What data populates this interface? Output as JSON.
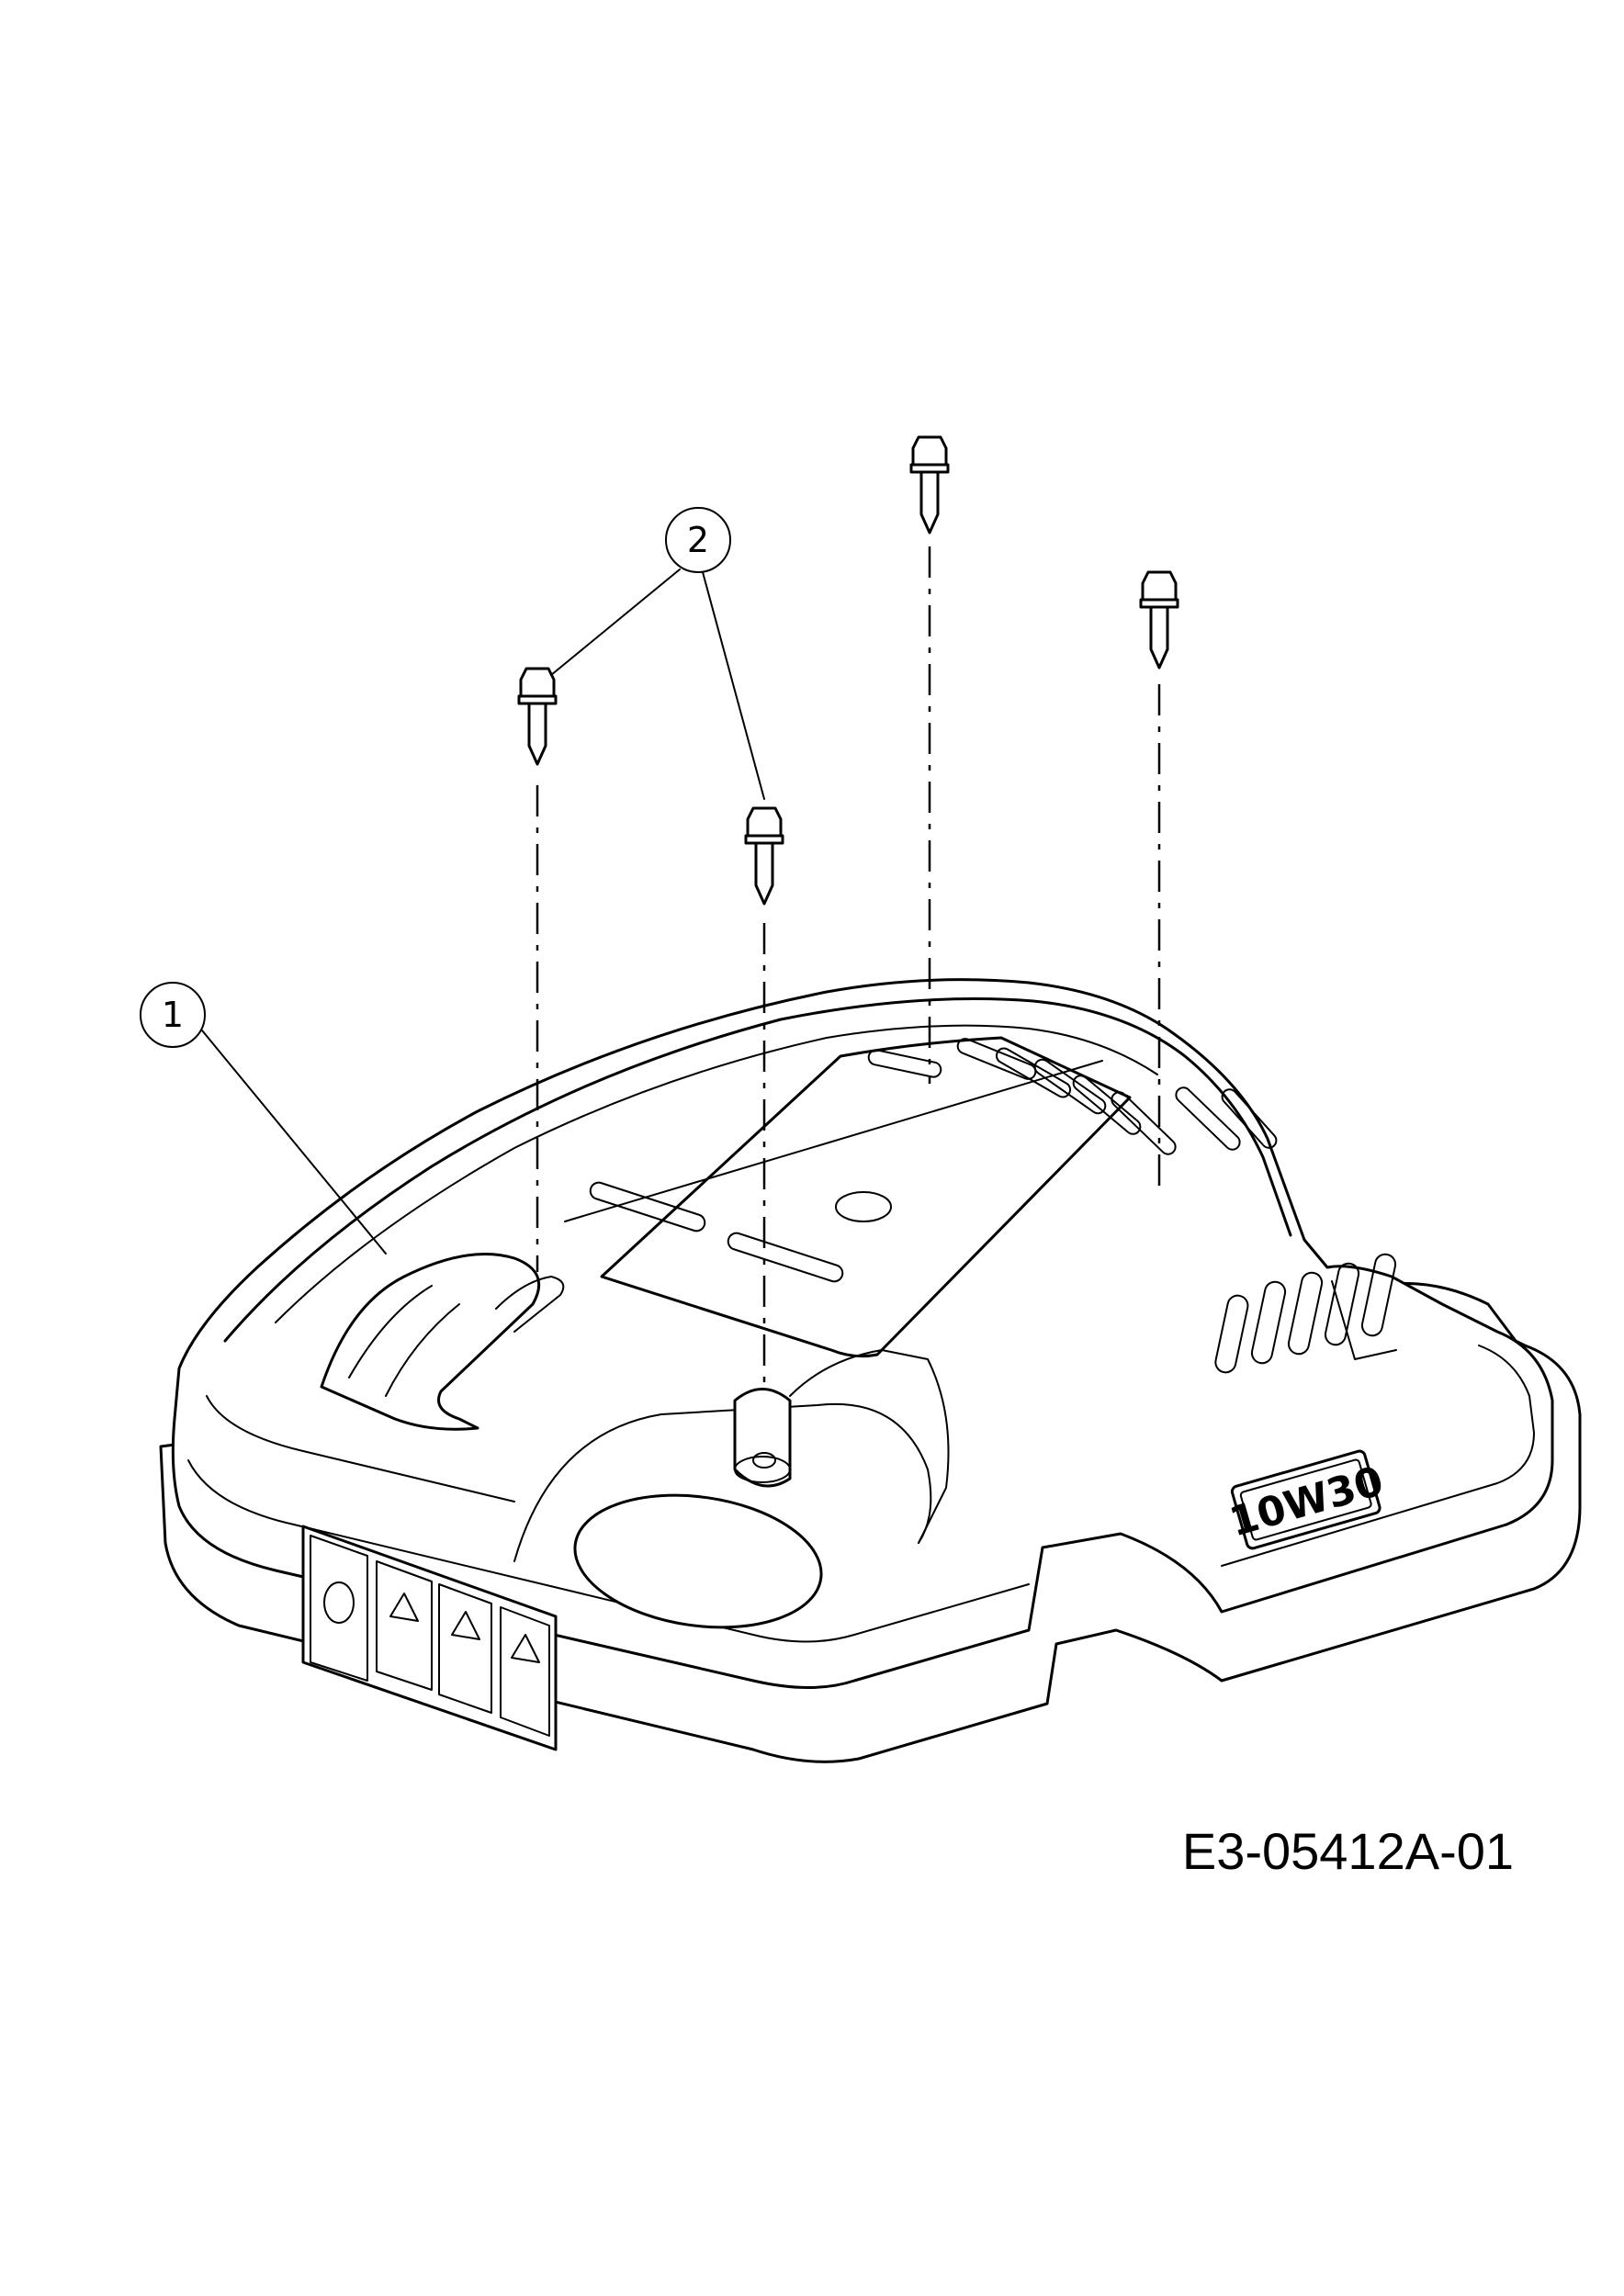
{
  "callouts": [
    {
      "number": "1",
      "part": "engine cover"
    },
    {
      "number": "2",
      "part": "screw"
    }
  ],
  "oil_badge": "10W30",
  "drawing_code": "E3-05412A-01"
}
